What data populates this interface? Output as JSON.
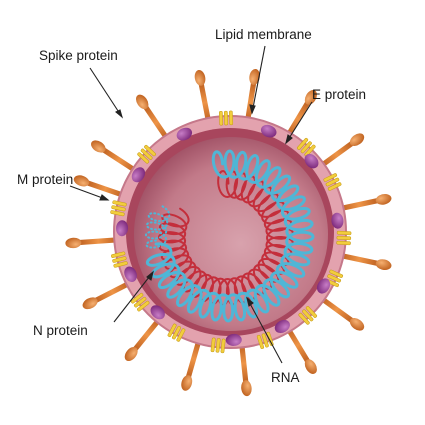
{
  "labels": {
    "spike_protein": "Spike protein",
    "lipid_membrane": "Lipid membrane",
    "e_protein": "E protein",
    "m_protein": "M protein",
    "n_protein": "N protein",
    "rna": "RNA"
  },
  "colors": {
    "membrane_outer": "#e8a9b3",
    "membrane_inner": "#a8465d",
    "interior": "#c57f8c",
    "spike": "#d9782d",
    "m_protein": "#f2cd3c",
    "e_protein": "#9b3e9a",
    "n_protein_strand": "#4fb6d6",
    "rna_strand": "#c42e3b",
    "leader_line": "#222222"
  }
}
